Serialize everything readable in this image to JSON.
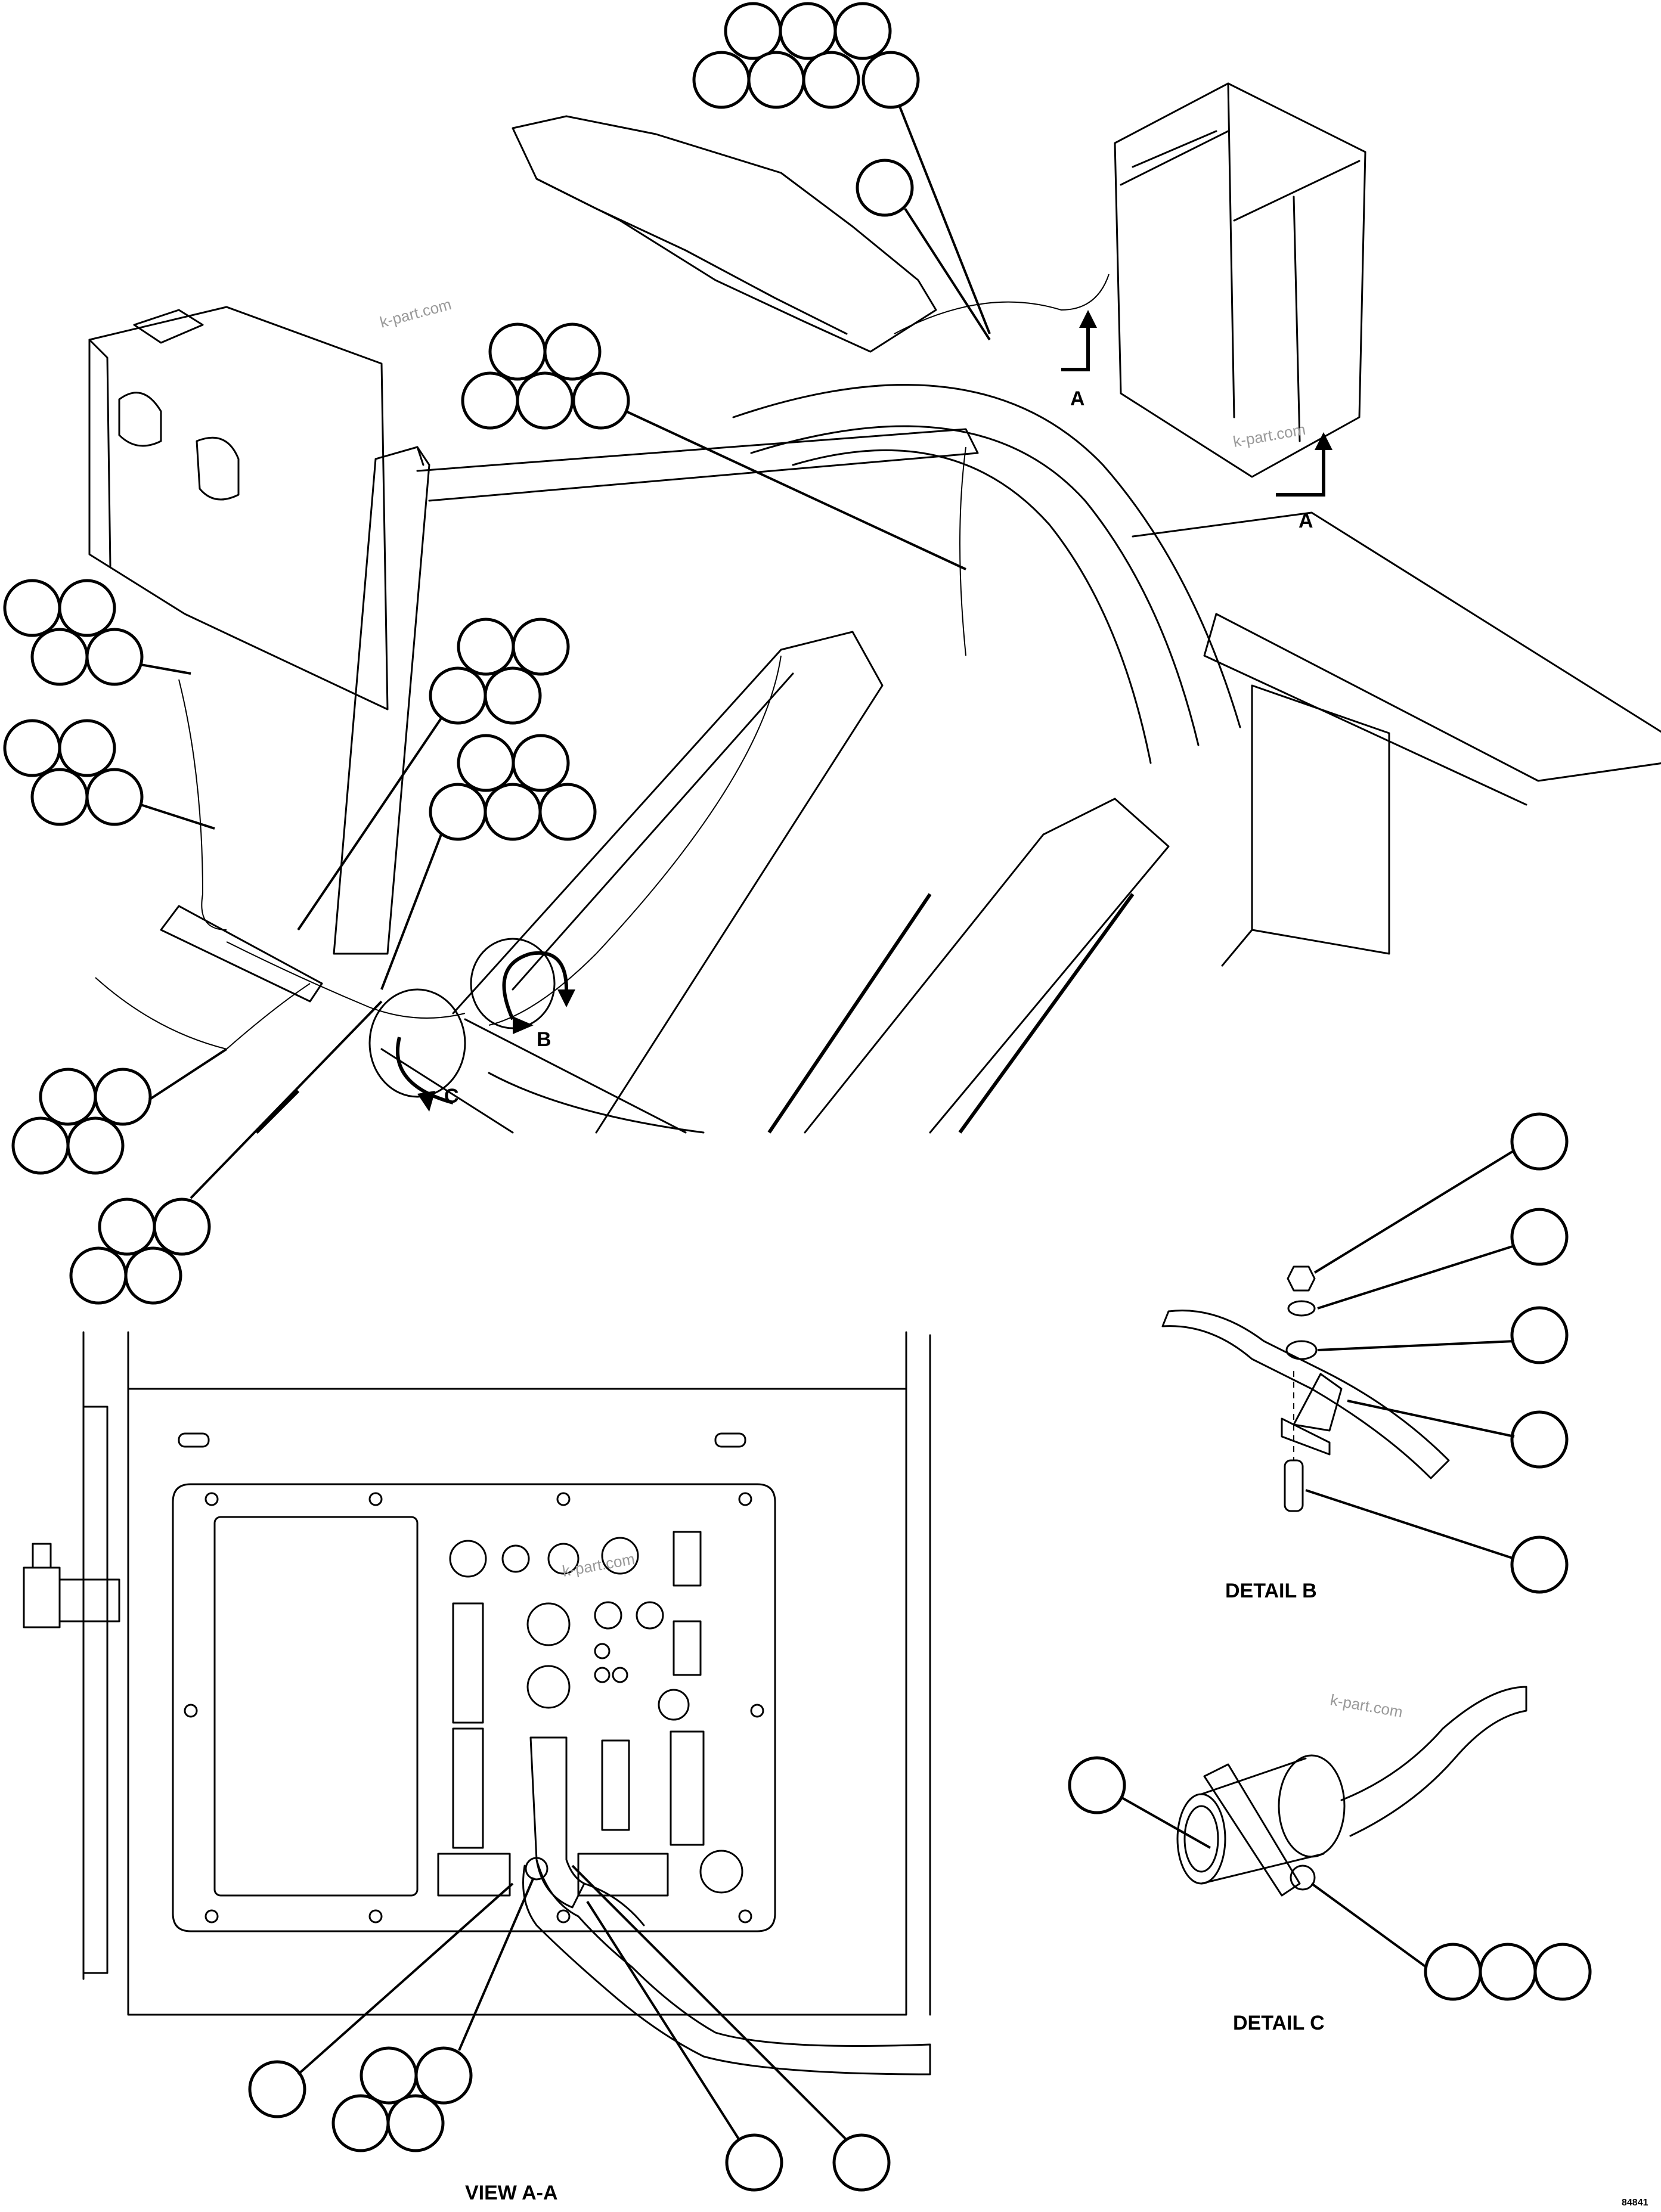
{
  "labels": {
    "view_a_top": "A",
    "view_a_right": "A",
    "detail_b_marker": "B",
    "detail_c_marker": "C",
    "detail_b_caption": "DETAIL B",
    "detail_c_caption": "DETAIL C",
    "view_aa_caption": "VIEW A-A",
    "drawing_number": "84841"
  },
  "watermarks": [
    "k-part.com",
    "k-part.com",
    "k-part.com",
    "k-part.com"
  ]
}
